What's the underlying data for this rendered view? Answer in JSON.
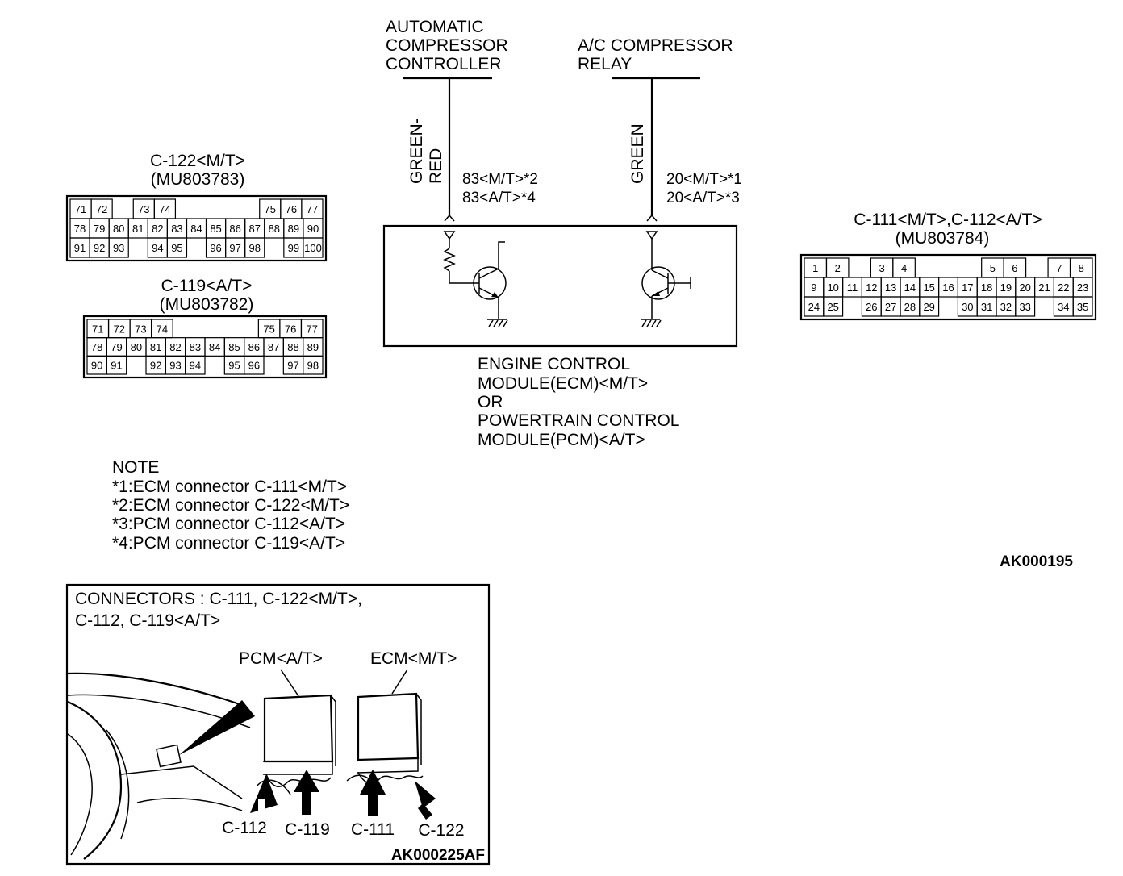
{
  "circuit": {
    "automatic_compressor_controller": [
      "AUTOMATIC",
      "COMPRESSOR",
      "CONTROLLER"
    ],
    "ac_compressor_relay": [
      "A/C COMPRESSOR",
      "RELAY"
    ],
    "wire_left_color": [
      "GREEN-",
      "RED"
    ],
    "wire_right_color": "GREEN",
    "wire_left_pins": [
      "83<M/T>*2",
      "83<A/T>*4"
    ],
    "wire_right_pins": [
      "20<M/T>*1",
      "20<A/T>*3"
    ],
    "module_label": [
      "ENGINE CONTROL",
      "MODULE(ECM)<M/T>",
      "OR",
      "POWERTRAIN CONTROL",
      "MODULE(PCM)<A/T>"
    ]
  },
  "connectors": {
    "c122": {
      "title": [
        "C-122<M/T>",
        "(MU803783)"
      ],
      "rows": [
        [
          "71",
          "72",
          "",
          "73",
          "74",
          "",
          "",
          "",
          "",
          "75",
          "76",
          "77"
        ],
        [
          "78",
          "79",
          "80",
          "81",
          "82",
          "83",
          "84",
          "85",
          "86",
          "87",
          "88",
          "89",
          "90"
        ],
        [
          "91",
          "92",
          "93",
          "",
          "94",
          "95",
          "",
          "96",
          "97",
          "98",
          "",
          "99",
          "100"
        ]
      ]
    },
    "c119": {
      "title": [
        "C-119<A/T>",
        "(MU803782)"
      ],
      "rows": [
        [
          "71",
          "72",
          "73",
          "74",
          "",
          "",
          "",
          "",
          "75",
          "76",
          "77"
        ],
        [
          "78",
          "79",
          "80",
          "81",
          "82",
          "83",
          "84",
          "85",
          "86",
          "87",
          "88",
          "89"
        ],
        [
          "90",
          "91",
          "",
          "92",
          "93",
          "94",
          "",
          "95",
          "96",
          "",
          "97",
          "98"
        ]
      ]
    },
    "c111": {
      "title": [
        "C-111<M/T>,C-112<A/T>",
        "(MU803784)"
      ],
      "rows": [
        [
          "1",
          "2",
          "",
          "3",
          "4",
          "",
          "",
          "",
          "5",
          "6",
          "",
          "7",
          "8"
        ],
        [
          "9",
          "10",
          "11",
          "12",
          "13",
          "14",
          "15",
          "16",
          "17",
          "18",
          "19",
          "20",
          "21",
          "22",
          "23"
        ],
        [
          "24",
          "25",
          "",
          "26",
          "27",
          "28",
          "29",
          "",
          "30",
          "31",
          "32",
          "33",
          "",
          "34",
          "35"
        ]
      ]
    }
  },
  "note": {
    "heading": "NOTE",
    "lines": [
      "*1:ECM connector C-111<M/T>",
      "*2:ECM connector C-122<M/T>",
      "*3:PCM connector C-112<A/T>",
      "*4:PCM connector C-119<A/T>"
    ]
  },
  "figure_code_main": "AK000195",
  "inset": {
    "title": [
      "CONNECTORS : C-111, C-122<M/T>,",
      "C-112, C-119<A/T>"
    ],
    "pcm_label": "PCM<A/T>",
    "ecm_label": "ECM<M/T>",
    "connector_labels": [
      "C-112",
      "C-119",
      "C-111",
      "C-122"
    ],
    "figure_code": "AK000225AF"
  }
}
